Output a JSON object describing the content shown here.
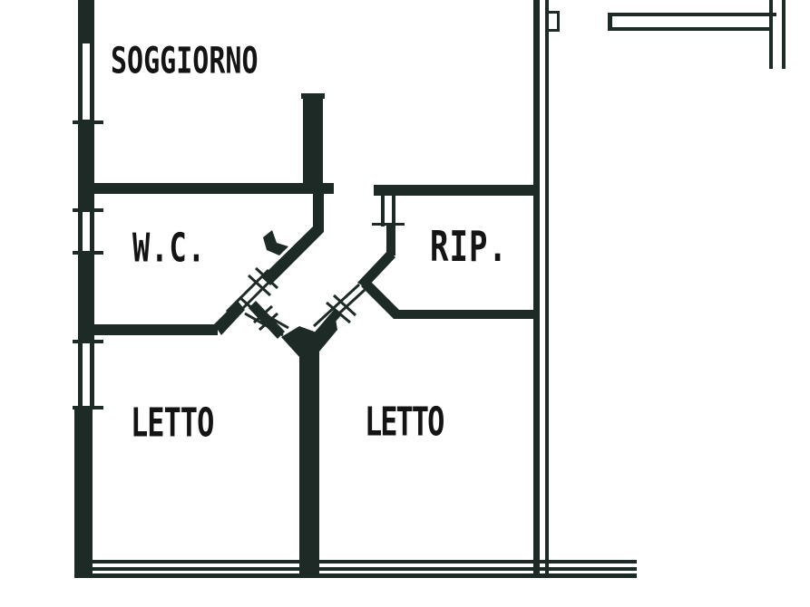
{
  "drawing": {
    "type": "floor-plan",
    "line_color": "#1e2a26",
    "background": "#ffffff"
  },
  "rooms": {
    "soggiorno": {
      "label": "SOGGIORNO"
    },
    "wc": {
      "label": "W.C."
    },
    "rip": {
      "label": "RIP."
    },
    "letto_1": {
      "label": "LETTO"
    },
    "letto_2": {
      "label": "LETTO"
    }
  }
}
